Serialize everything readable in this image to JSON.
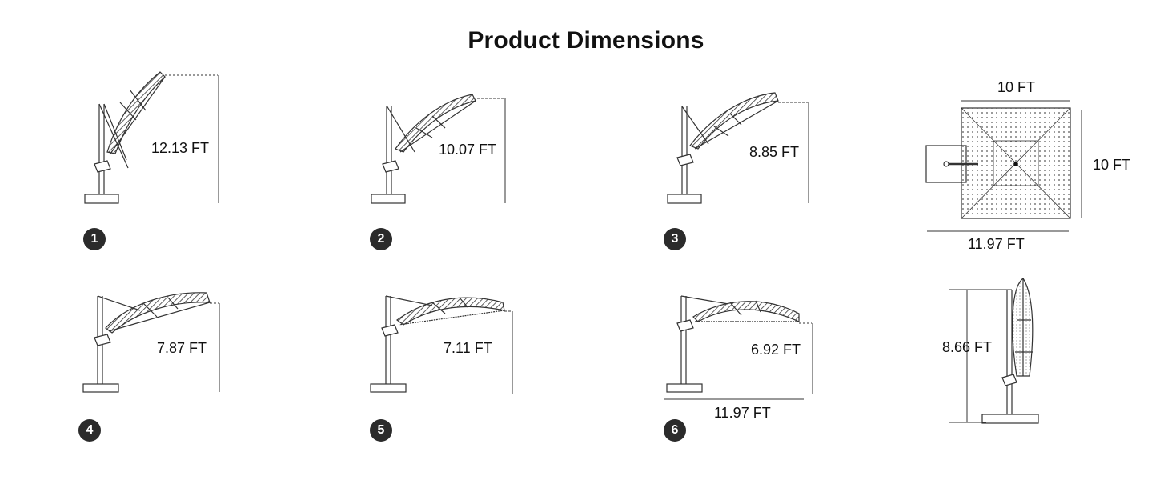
{
  "title": "Product Dimensions",
  "variants": [
    {
      "number": "1",
      "height": "12.13 FT"
    },
    {
      "number": "2",
      "height": "10.07 FT"
    },
    {
      "number": "3",
      "height": "8.85 FT"
    },
    {
      "number": "4",
      "height": "7.87 FT"
    },
    {
      "number": "5",
      "height": "7.11 FT"
    },
    {
      "number": "6",
      "height": "6.92 FT",
      "width": "11.97 FT"
    }
  ],
  "top_view": {
    "width": "10 FT",
    "depth": "10 FT",
    "overall": "11.97 FT"
  },
  "closed_view": {
    "height": "8.66 FT"
  }
}
